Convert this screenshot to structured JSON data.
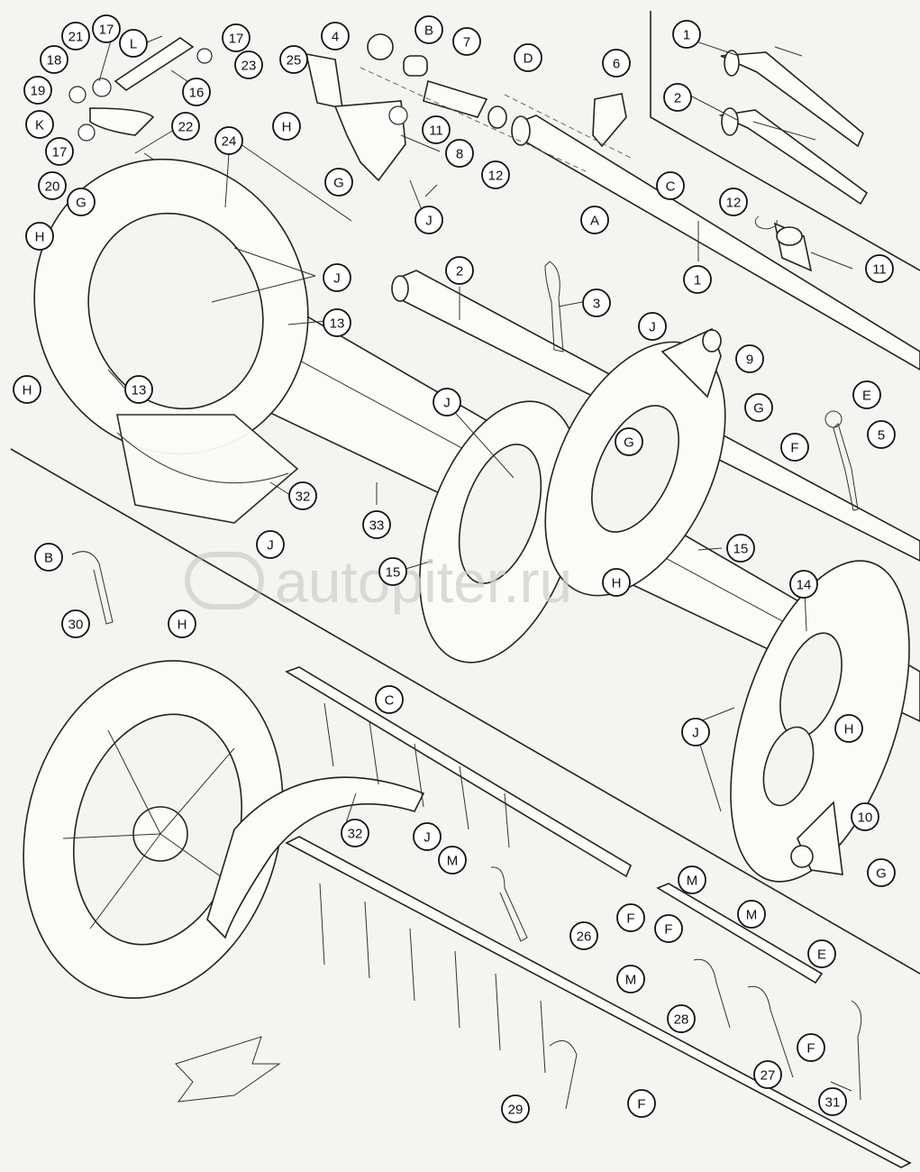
{
  "watermark": "autopiter.ru",
  "callouts": [
    {
      "label": "21"
    },
    {
      "label": "17"
    },
    {
      "label": "L"
    },
    {
      "label": "17"
    },
    {
      "label": "18"
    },
    {
      "label": "23"
    },
    {
      "label": "19"
    },
    {
      "label": "16"
    },
    {
      "label": "K"
    },
    {
      "label": "22"
    },
    {
      "label": "17"
    },
    {
      "label": "20"
    },
    {
      "label": "G"
    },
    {
      "label": "H"
    },
    {
      "label": "24"
    },
    {
      "label": "4"
    },
    {
      "label": "B"
    },
    {
      "label": "25"
    },
    {
      "label": "7"
    },
    {
      "label": "H"
    },
    {
      "label": "11"
    },
    {
      "label": "8"
    },
    {
      "label": "G"
    },
    {
      "label": "12"
    },
    {
      "label": "J"
    },
    {
      "label": "J"
    },
    {
      "label": "D"
    },
    {
      "label": "6"
    },
    {
      "label": "C"
    },
    {
      "label": "1"
    },
    {
      "label": "2"
    },
    {
      "label": "12"
    },
    {
      "label": "11"
    },
    {
      "label": "1"
    },
    {
      "label": "A"
    },
    {
      "label": "3"
    },
    {
      "label": "2"
    },
    {
      "label": "13"
    },
    {
      "label": "13"
    },
    {
      "label": "H"
    },
    {
      "label": "J"
    },
    {
      "label": "9"
    },
    {
      "label": "G"
    },
    {
      "label": "E"
    },
    {
      "label": "5"
    },
    {
      "label": "F"
    },
    {
      "label": "J"
    },
    {
      "label": "G"
    },
    {
      "label": "32"
    },
    {
      "label": "33"
    },
    {
      "label": "15"
    },
    {
      "label": "15"
    },
    {
      "label": "H"
    },
    {
      "label": "B"
    },
    {
      "label": "J"
    },
    {
      "label": "14"
    },
    {
      "label": "30"
    },
    {
      "label": "H"
    },
    {
      "label": "C"
    },
    {
      "label": "J"
    },
    {
      "label": "H"
    },
    {
      "label": "32"
    },
    {
      "label": "J"
    },
    {
      "label": "10"
    },
    {
      "label": "G"
    },
    {
      "label": "M"
    },
    {
      "label": "F"
    },
    {
      "label": "M"
    },
    {
      "label": "M"
    },
    {
      "label": "26"
    },
    {
      "label": "F"
    },
    {
      "label": "E"
    },
    {
      "label": "M"
    },
    {
      "label": "28"
    },
    {
      "label": "F"
    },
    {
      "label": "27"
    },
    {
      "label": "29"
    },
    {
      "label": "F"
    },
    {
      "label": "31"
    }
  ]
}
